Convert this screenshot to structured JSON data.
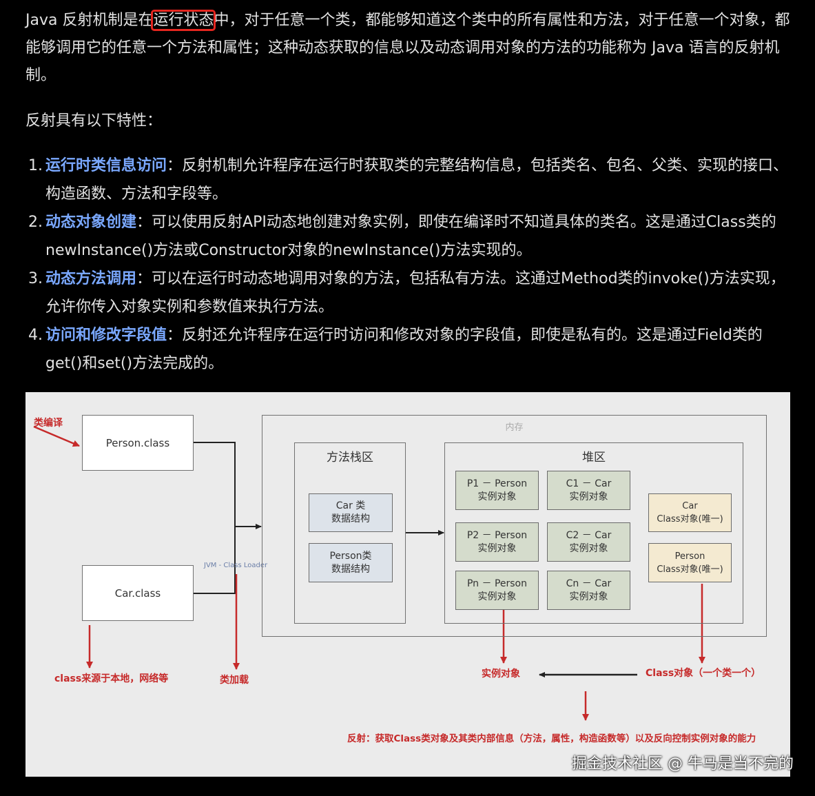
{
  "intro": {
    "before": "Java 反射机制是在",
    "highlight": "运行状态",
    "after": "中，对于任意一个类，都能够知道这个类中的所有属性和方法，对于任意一个对象，都能够调用它的任意一个方法和属性；这种动态获取的信息以及动态调用对象的方法的功能称为 Java 语言的反射机制。"
  },
  "features_intro": "反射具有以下特性：",
  "features": [
    {
      "num": "1.",
      "title": "运行时类信息访问",
      "text": "：反射机制允许程序在运行时获取类的完整结构信息，包括类名、包名、父类、实现的接口、构造函数、方法和字段等。"
    },
    {
      "num": "2.",
      "title": "动态对象创建",
      "text": "：可以使用反射API动态地创建对象实例，即使在编译时不知道具体的类名。这是通过Class类的newInstance()方法或Constructor对象的newInstance()方法实现的。"
    },
    {
      "num": "3.",
      "title": "动态方法调用",
      "text": "：可以在运行时动态地调用对象的方法，包括私有方法。这通过Method类的invoke()方法实现，允许你传入对象实例和参数值来执行方法。"
    },
    {
      "num": "4.",
      "title": "访问和修改字段值",
      "text": "：反射还允许程序在运行时访问和修改对象的字段值，即使是私有的。这是通过Field类的get()和set()方法完成的。"
    }
  ],
  "diagram": {
    "compile_note": "类编译",
    "person_class": "Person.class",
    "car_class": "Car.class",
    "memory_label": "内存",
    "method_area": "方法栈区",
    "heap_area": "堆区",
    "car_struct": [
      "Car 类",
      "数据结构"
    ],
    "person_struct": [
      "Person类",
      "数据结构"
    ],
    "classloader_label": "JVM - Class Loader",
    "instances": [
      [
        "P1 － Person",
        "实例对象"
      ],
      [
        "C1 － Car",
        "实例对象"
      ],
      [
        "P2 － Person",
        "实例对象"
      ],
      [
        "C2 － Car",
        "实例对象"
      ],
      [
        "Pn － Person",
        "实例对象"
      ],
      [
        "Cn － Car",
        "实例对象"
      ]
    ],
    "car_class_obj": [
      "Car",
      "Class对象(唯一)"
    ],
    "person_class_obj": [
      "Person",
      "Class对象(唯一)"
    ],
    "source_note": "class来源于本地，网络等",
    "load_note": "类加载",
    "instance_note": "实例对象",
    "class_obj_note": "Class对象（一个类一个）",
    "reflection_note": "反射：获取Class类对象及其类内部信息（方法，属性，构造函数等）以及反向控制实例对象的能力"
  },
  "watermark": "掘金技术社区 @ 牛马是当不完的",
  "colors": {
    "background": "#000000",
    "keyword": "#7aa8ff",
    "highlight_box": "#e5261f",
    "diagram_red": "#c62a2a"
  }
}
